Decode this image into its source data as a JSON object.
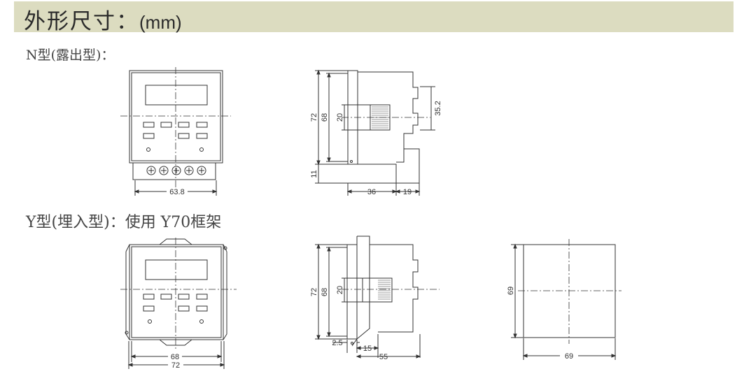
{
  "header": {
    "title": "外形尺寸：",
    "unit": "(mm)"
  },
  "sections": {
    "n_type": {
      "label": "N型(露出型)："
    },
    "y_type": {
      "label": "Y型(埋入型)：使用 Y70框架"
    }
  },
  "dimensions": {
    "n_front_width": "63.8",
    "n_side_height_outer": "72",
    "n_side_height_inner": "68",
    "n_side_connector": "20",
    "n_side_rail": "35.2",
    "n_side_base": "11",
    "n_side_depth": "36",
    "n_side_terminal": "19",
    "y_front_inner": "68",
    "y_front_outer": "72",
    "y_side_height_outer": "72",
    "y_side_height_inner": "68",
    "y_side_connector": "20",
    "y_side_panel": "2.5",
    "y_side_flange": "15",
    "y_side_depth": "55",
    "cutout_height": "69",
    "cutout_width": "69"
  }
}
